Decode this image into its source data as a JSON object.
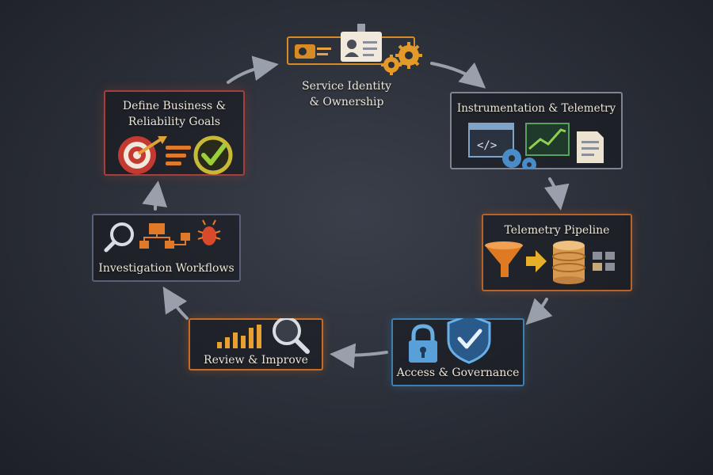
{
  "nodes": {
    "define_goals": {
      "label_line1": "Define Business &",
      "label_line2": "Reliability Goals",
      "accent": "#b0413a"
    },
    "service_identity": {
      "label_line1": "Service Identity",
      "label_line2": "& Ownership",
      "accent": "#d88a24"
    },
    "instrumentation": {
      "label": "Instrumentation & Telemetry",
      "accent": "#7f8590"
    },
    "pipeline": {
      "label": "Telemetry Pipeline",
      "accent": "#b8632a"
    },
    "access_governance": {
      "label": "Access & Governance",
      "accent": "#3f7fb0"
    },
    "review_improve": {
      "label": "Review & Improve",
      "accent": "#c86a22"
    },
    "investigation": {
      "label": "Investigation Workflows",
      "accent": "#5a5f7a"
    }
  },
  "icons": [
    "id-badge-icon",
    "gear-icon",
    "target-icon",
    "checkmark-icon",
    "code-window-icon",
    "trend-chart-icon",
    "document-icon",
    "funnel-icon",
    "database-icon",
    "server-rack-icon",
    "lock-icon",
    "shield-check-icon",
    "bar-chart-icon",
    "magnifier-icon",
    "flowchart-icon",
    "bug-icon"
  ]
}
